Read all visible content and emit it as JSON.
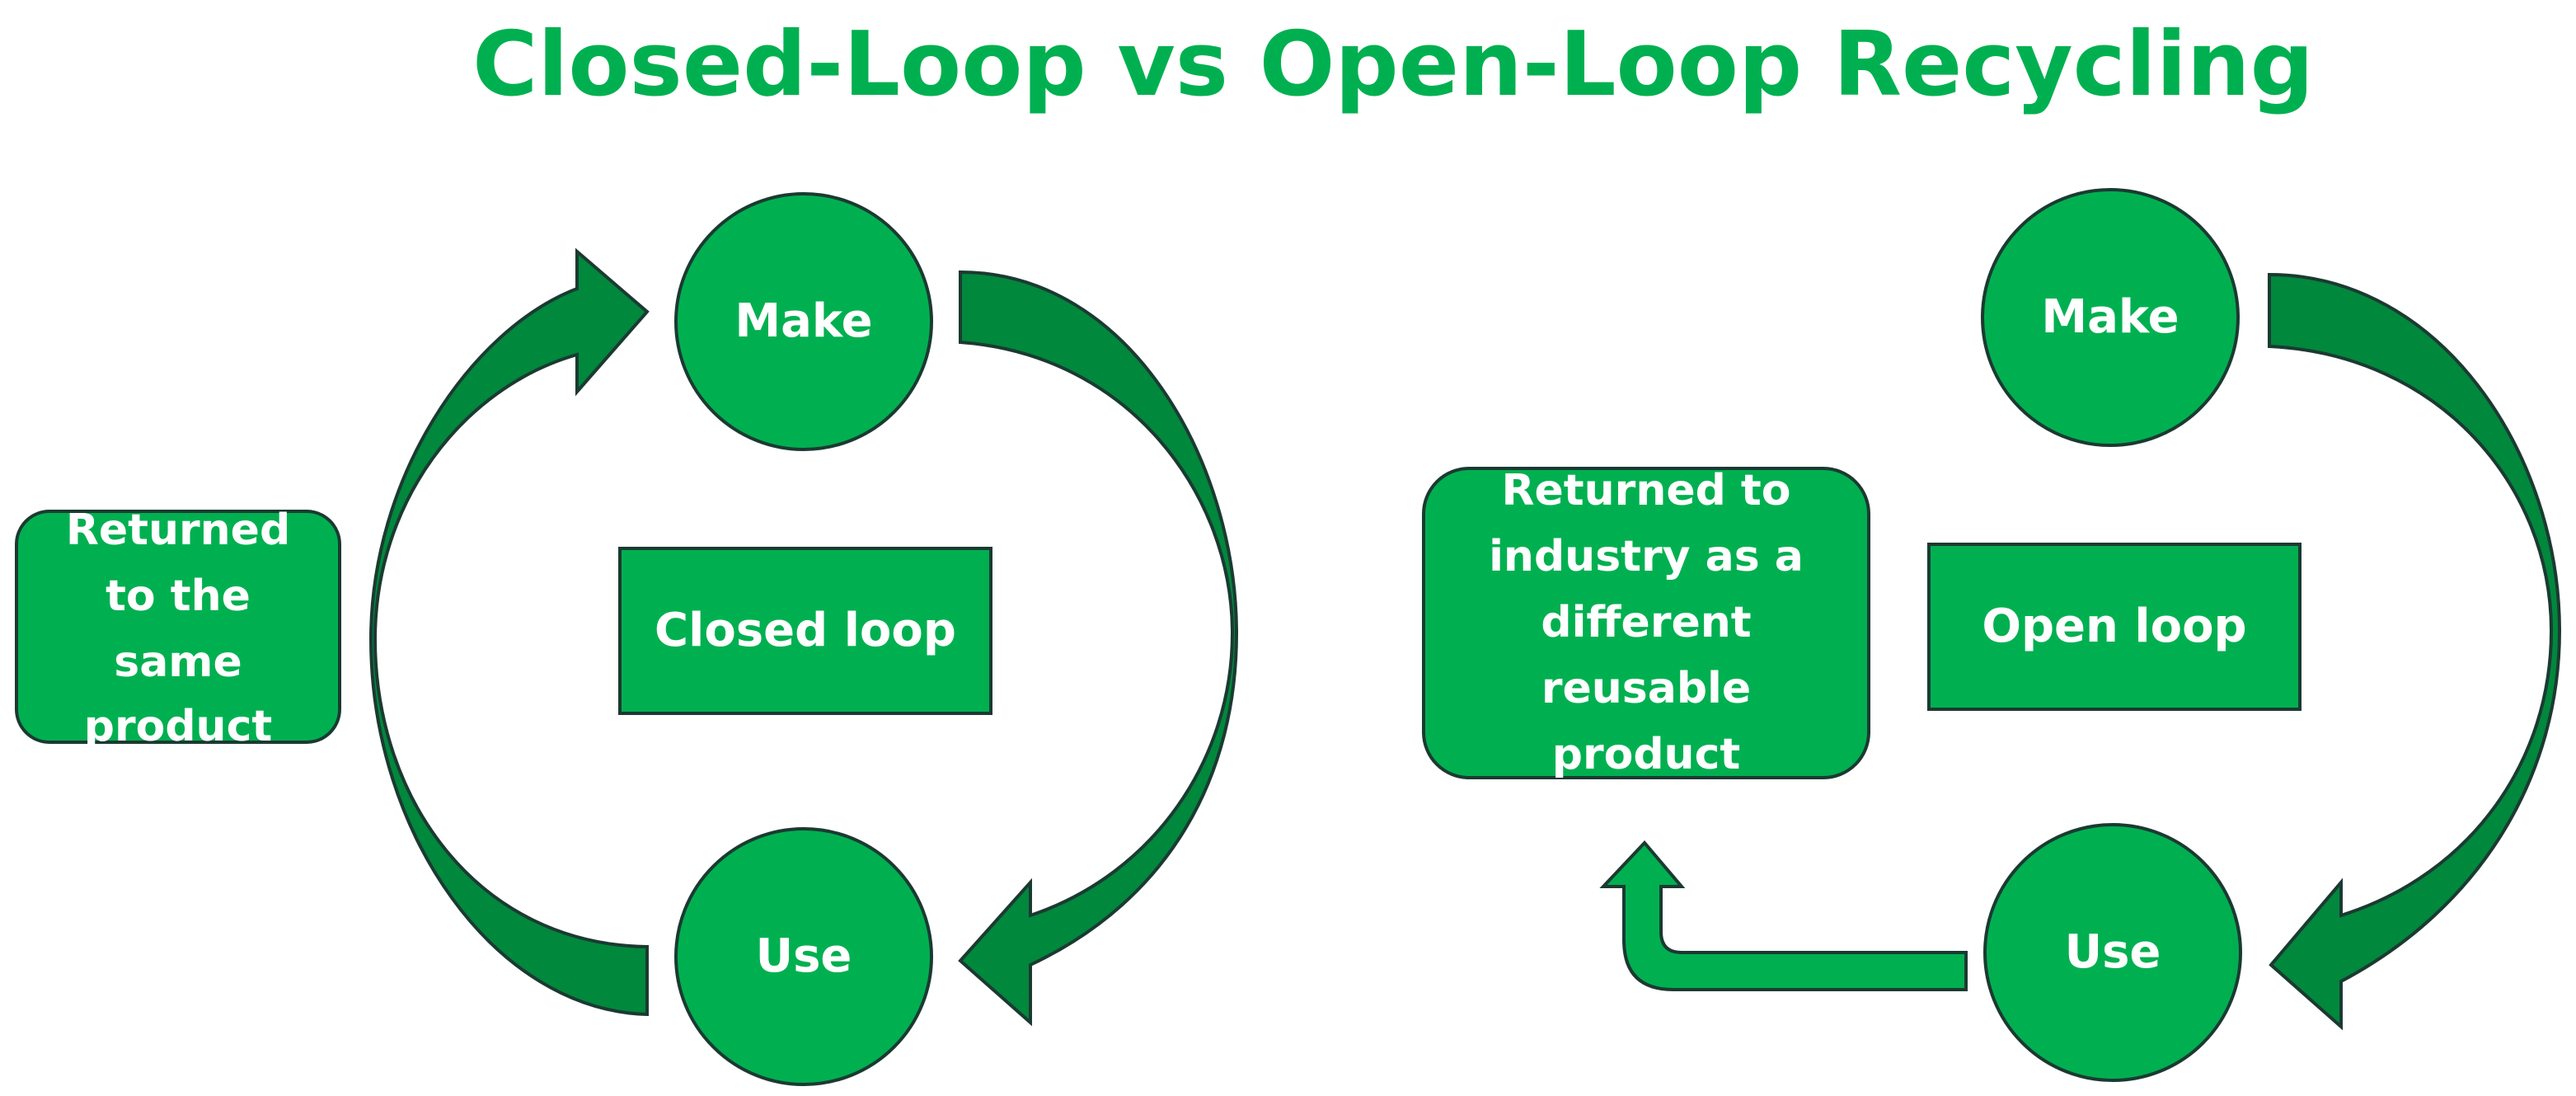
{
  "title": "Closed-Loop vs Open-Loop Recycling",
  "closed": {
    "make": "Make",
    "use": "Use",
    "label": "Closed loop",
    "returned": [
      "Returned",
      "to the",
      "same",
      "product"
    ]
  },
  "open": {
    "make": "Make",
    "use": "Use",
    "label": "Open loop",
    "returned": [
      "Returned to",
      "industry as a",
      "different",
      "reusable",
      "product"
    ]
  },
  "colors": {
    "green": "#00b050",
    "dark_green": "#00883c",
    "outline": "#1b3a32",
    "text": "#ffffff"
  }
}
